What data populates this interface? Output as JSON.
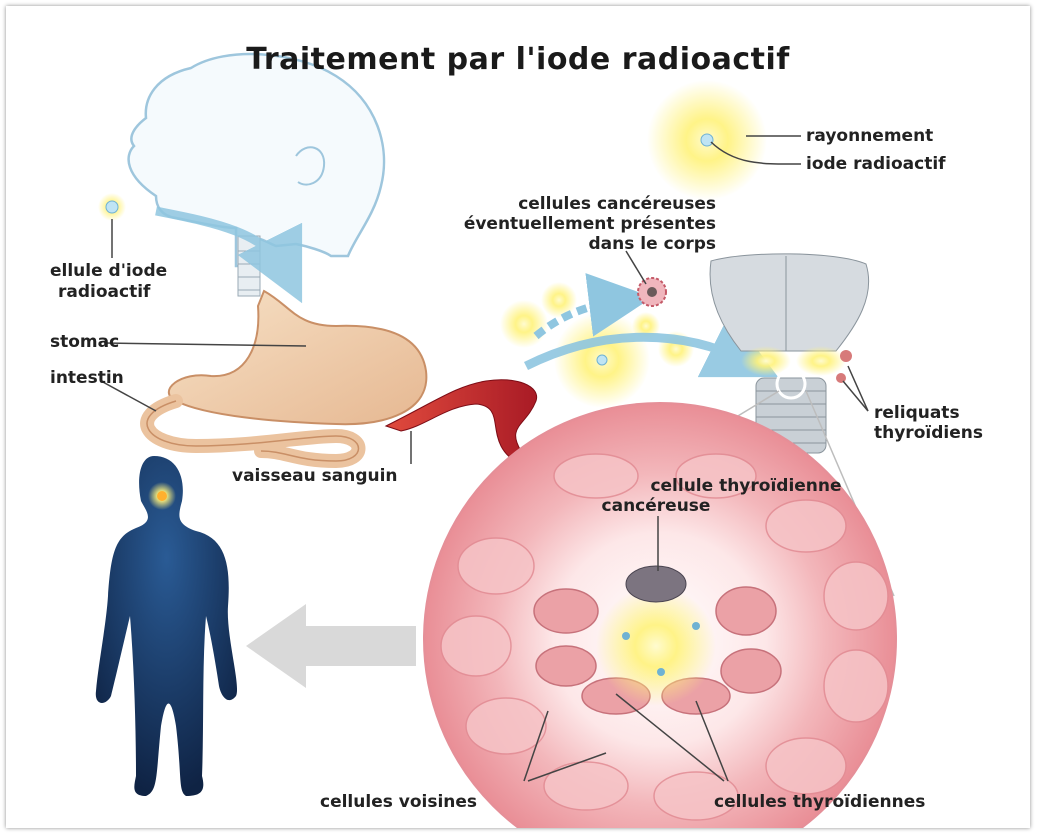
{
  "title": "Traitement par l'iode radioactif",
  "labels": {
    "rayonnement": "rayonnement",
    "iode_radioactif": "iode radioactif",
    "cellules_cancereuses_1": "cellules cancéreuses",
    "cellules_cancereuses_2": "éventuellement présentes",
    "cellules_cancereuses_3": "dans le corps",
    "cellule_iode_1": "ellule d'iode",
    "cellule_iode_2": "radioactif",
    "estomac": "stomac",
    "intestin": "intestin",
    "vaisseau": "vaisseau sanguin",
    "reliquats_1": "reliquats",
    "reliquats_2": "thyroïdiens",
    "cellule_thyro_1": "cellule thyroïdienne",
    "cellule_thyro_2": "cancéreuse",
    "cellules_voisines": "cellules voisines",
    "cellules_thyroidiennes": "cellules thyroïdiennes"
  },
  "colors": {
    "head_outline": "#9ec6dd",
    "arrow_blue": "#8fc6e0",
    "stomach": "#f1d3b2",
    "blood": "#c8202a",
    "tissue_pink": "#f2a9ae",
    "glow_yellow": "#fff06a",
    "body_dark": "#1b3a6b"
  }
}
